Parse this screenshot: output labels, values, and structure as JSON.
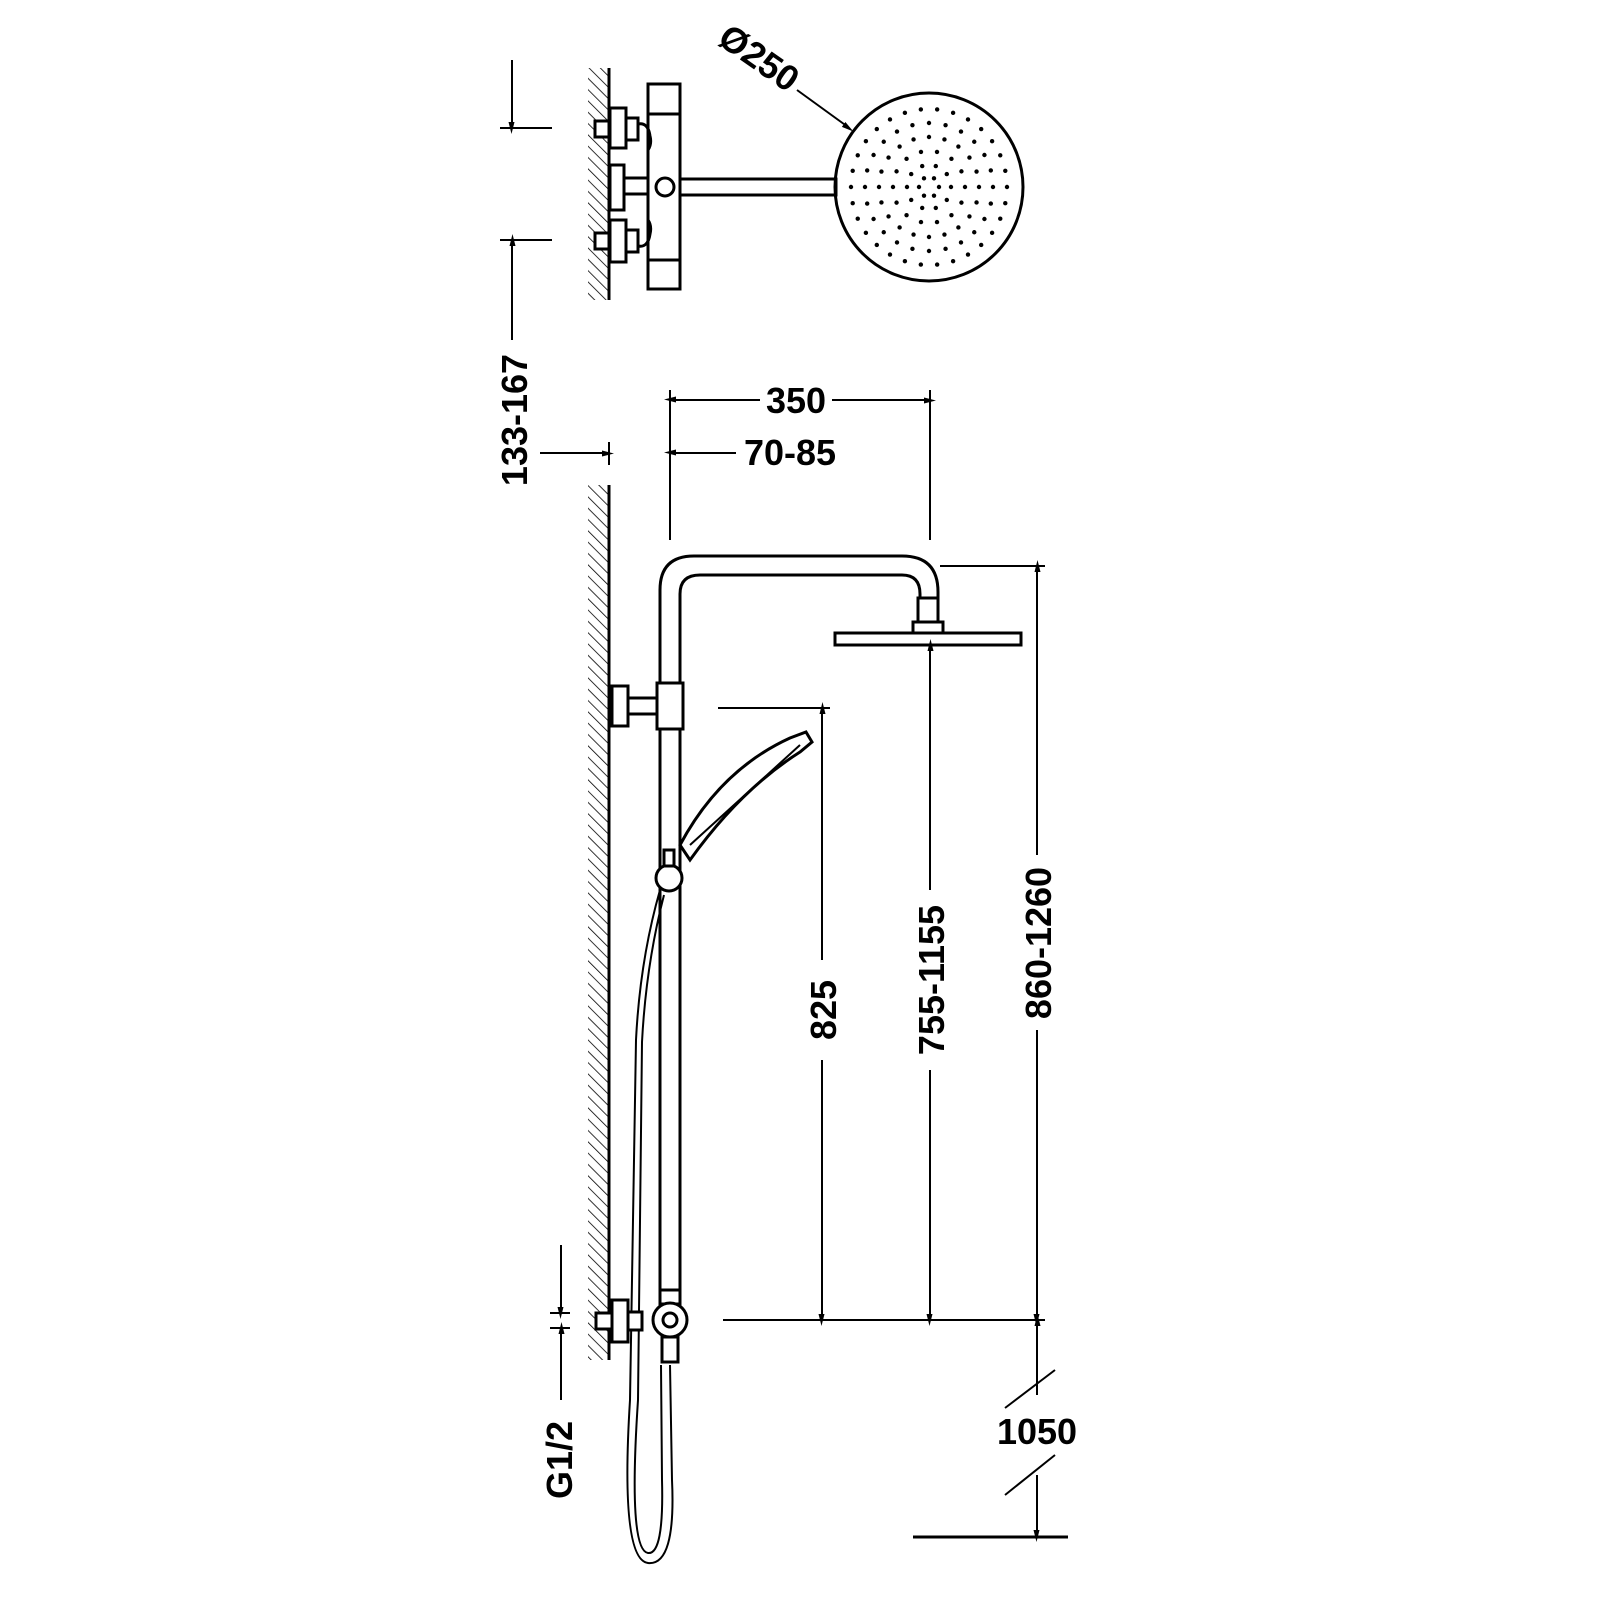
{
  "drawing": {
    "title": "Thermostatic shower column dimensions",
    "dimensions": {
      "head_diameter": "Ø250",
      "inlet_spacing": "133-167",
      "arm_projection": "350",
      "wall_offset": "70-85",
      "handshower_height": "825",
      "head_height": "755-1155",
      "arm_height": "860-1260",
      "inlet_height": "1050",
      "thread": "G1/2"
    },
    "colors": {
      "line": "#000000",
      "background": "#ffffff"
    }
  }
}
